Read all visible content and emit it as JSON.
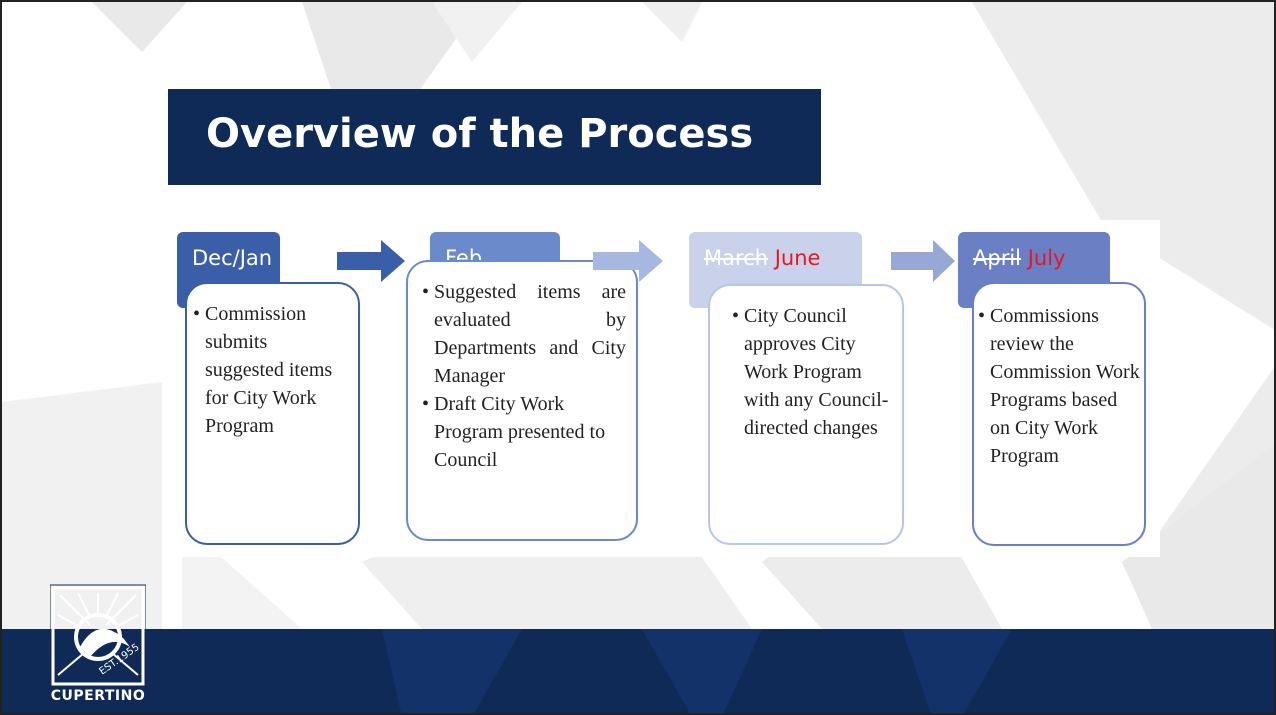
{
  "slide": {
    "title": "Overview of the Process"
  },
  "colors": {
    "navy": "#0f2a57",
    "tab_dark": "#3a5ea8",
    "tab_mid": "#6b8acb",
    "tab_light": "#c9d2ea",
    "tab_lavender": "#6b7fc4",
    "red": "#e8161e"
  },
  "steps": [
    {
      "tab": {
        "old": "",
        "label": "Dec/Jan"
      },
      "items": [
        "Commission submits suggested items for City Work Program"
      ]
    },
    {
      "tab": {
        "old": "",
        "label": "Feb"
      },
      "items": [
        "Suggested items are evaluated by Departments and City Manager",
        "Draft City Work Program presented to Council"
      ]
    },
    {
      "tab": {
        "old": "March",
        "label": "June"
      },
      "items": [
        "City Council approves City Work Program with any Council-directed changes"
      ]
    },
    {
      "tab": {
        "old": "April",
        "label": "July"
      },
      "items": [
        "Commissions review the Commission Work Programs based on City Work Program"
      ]
    }
  ],
  "logo": {
    "name": "CUPERTINO",
    "seal_text": "EST.1955",
    "icon": "cupertino-seal-icon"
  },
  "icons": {
    "arrow": "right-arrow-icon",
    "bullet": "•"
  }
}
